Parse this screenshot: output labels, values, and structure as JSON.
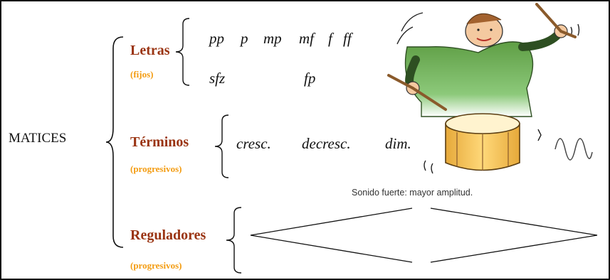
{
  "root": {
    "label": "MATICES"
  },
  "categories": [
    {
      "key": "letras",
      "label": "Letras",
      "sub": "(fijos)",
      "rows": [
        [
          "pp",
          "p",
          "mp",
          "mf",
          "f",
          "ff"
        ],
        [
          "sfz",
          "fp"
        ]
      ]
    },
    {
      "key": "terminos",
      "label": "Términos",
      "sub": "(progresivos)",
      "items": [
        "cresc.",
        "decresc.",
        "dim."
      ]
    },
    {
      "key": "reguladores",
      "label": "Reguladores",
      "sub": "(progresivos)"
    }
  ],
  "illustration": {
    "caption": "Sonido fuerte: mayor amplitud.",
    "icon": "drummer-illustration"
  },
  "colors": {
    "category": "#9a3412",
    "subtitle": "#f39c12",
    "text": "#111111",
    "drum_body": "#f2c14e",
    "shirt": "#6aa84f"
  }
}
